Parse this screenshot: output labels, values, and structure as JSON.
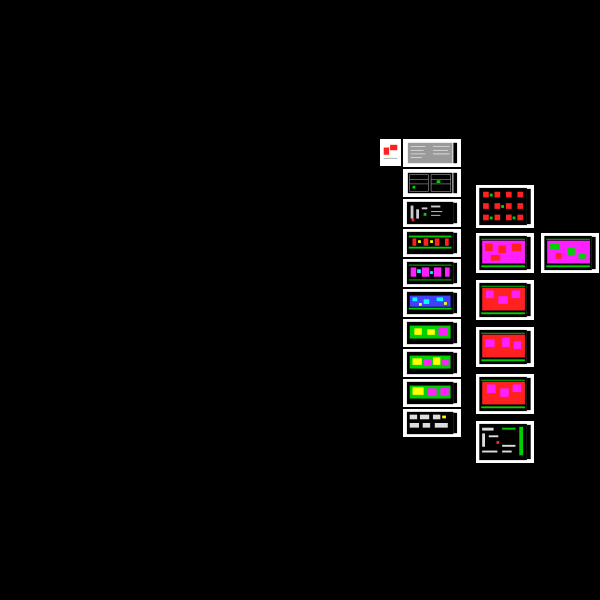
{
  "drawing_set": {
    "title": "",
    "background": "#000000",
    "sheet_border_color": "#ffffff",
    "layer_colors": {
      "red": "#ff2020",
      "green": "#00d000",
      "magenta": "#ff20ff",
      "yellow": "#ffff00",
      "cyan": "#00ffff",
      "blue": "#4040ff",
      "white": "#ffffff"
    }
  },
  "sheets": [
    {
      "id": "cover"
    },
    {
      "id": "notes-1"
    },
    {
      "id": "notes-2"
    },
    {
      "id": "detail-1"
    },
    {
      "id": "plan-1"
    },
    {
      "id": "plan-2"
    },
    {
      "id": "plan-3"
    },
    {
      "id": "plan-4"
    },
    {
      "id": "plan-5"
    },
    {
      "id": "plan-6"
    },
    {
      "id": "plan-7"
    },
    {
      "id": "detail-2"
    },
    {
      "id": "column-plan"
    },
    {
      "id": "beam-plan-1"
    },
    {
      "id": "beam-plan-2"
    },
    {
      "id": "beam-plan-3"
    },
    {
      "id": "beam-plan-4"
    },
    {
      "id": "beam-plan-5"
    },
    {
      "id": "section-detail"
    }
  ]
}
